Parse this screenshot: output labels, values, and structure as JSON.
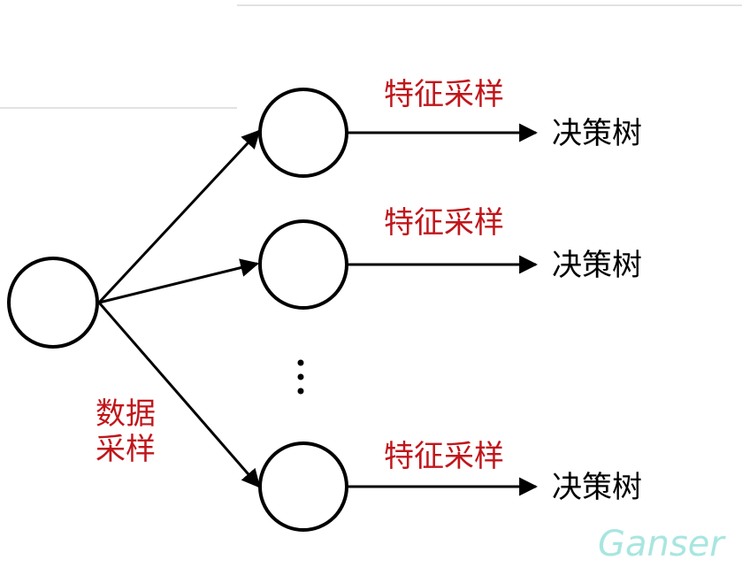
{
  "diagram": {
    "root_label_line1": "数据",
    "root_label_line2": "采样",
    "feature_label": "特征采样",
    "tree_label": "决策树",
    "ellipsis": "⋮",
    "watermark": "Ganser",
    "colors": {
      "label_red": "#c0161b",
      "stroke": "#000000",
      "watermark": "#a8e6e0"
    },
    "branches": [
      {
        "feature_label": "特征采样",
        "output_label": "决策树"
      },
      {
        "feature_label": "特征采样",
        "output_label": "决策树"
      },
      {
        "feature_label": "特征采样",
        "output_label": "决策树"
      }
    ]
  }
}
